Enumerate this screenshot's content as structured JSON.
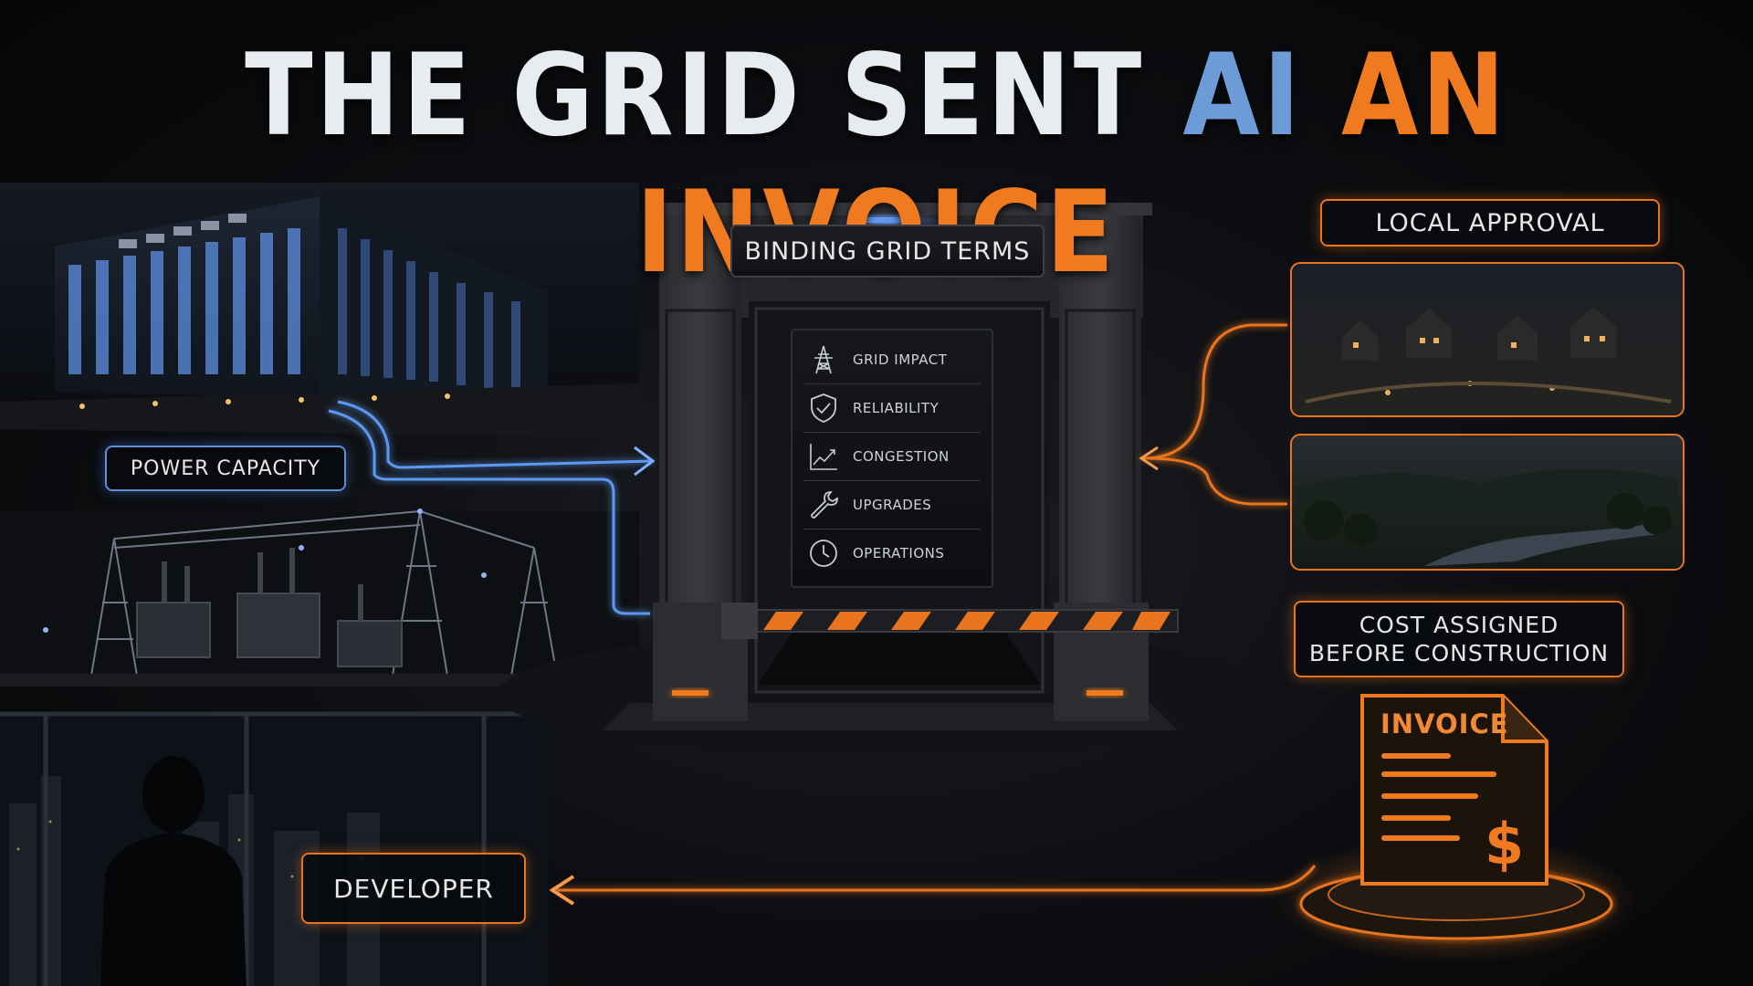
{
  "title": {
    "part1": "THE GRID SENT ",
    "part2": "AI",
    "part3": " AN INVOICE"
  },
  "labels": {
    "power_capacity": "POWER CAPACITY",
    "binding_grid_terms": "BINDING GRID TERMS",
    "local_approval": "LOCAL APPROVAL",
    "cost_assigned_line1": "COST ASSIGNED",
    "cost_assigned_line2": "BEFORE CONSTRUCTION",
    "developer": "DEVELOPER",
    "invoice": "INVOICE",
    "currency_symbol": "$"
  },
  "grid_terms": [
    {
      "label": "GRID IMPACT",
      "icon": "transmission-tower-icon"
    },
    {
      "label": "RELIABILITY",
      "icon": "shield-check-icon"
    },
    {
      "label": "CONGESTION",
      "icon": "trend-chart-icon"
    },
    {
      "label": "UPGRADES",
      "icon": "wrench-icon"
    },
    {
      "label": "OPERATIONS",
      "icon": "clock-icon"
    }
  ],
  "colors": {
    "title_white": "#e9ecef",
    "accent_blue": "#6d9bd8",
    "accent_orange": "#f07a1f",
    "hazard_orange": "#e8741e"
  }
}
